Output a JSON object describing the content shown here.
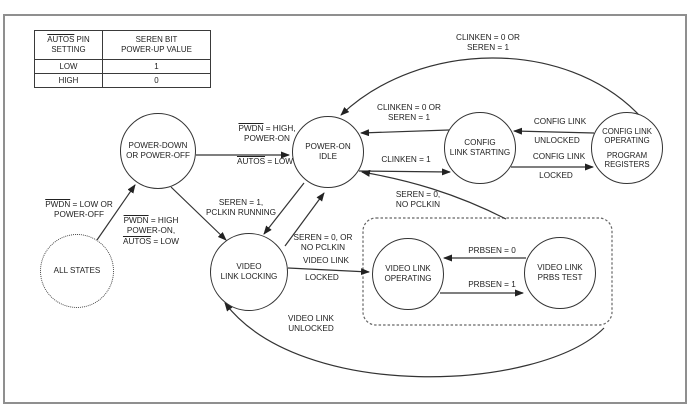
{
  "table": {
    "col1_header_ov": "AUTOS",
    "col1_header_rest": " PIN",
    "col1_header_line2": "SETTING",
    "col2_header_line1": "SEREN BIT",
    "col2_header_line2": "POWER-UP VALUE",
    "rows": [
      {
        "setting": "LOW",
        "value": "1"
      },
      {
        "setting": "HIGH",
        "value": "0"
      }
    ]
  },
  "states": {
    "power_down": {
      "line1": "POWER-DOWN",
      "line2": "OR POWER-OFF"
    },
    "idle": {
      "line1": "POWER-ON",
      "line2": "IDLE"
    },
    "config_starting": {
      "line1": "CONFIG",
      "line2": "LINK STARTING"
    },
    "config_operating": {
      "line1": "CONFIG LINK",
      "line2": "OPERATING",
      "line3": "PROGRAM",
      "line4": "REGISTERS"
    },
    "video_locking": {
      "line1": "VIDEO",
      "line2": "LINK LOCKING"
    },
    "all_states": {
      "line1": "ALL STATES"
    },
    "video_operating": {
      "line1": "VIDEO LINK",
      "line2": "OPERATING"
    },
    "prbs_test": {
      "line1": "VIDEO LINK",
      "line2": "PRBS TEST"
    }
  },
  "transitions": {
    "top_arc": {
      "line1": "CLINKEN = 0 OR",
      "line2": "SEREN = 1"
    },
    "cs_to_idle": {
      "line1": "CLINKEN = 0 OR",
      "line2": "SEREN = 1"
    },
    "idle_to_cs": {
      "label": "CLINKEN = 1"
    },
    "unlocked": {
      "line1": "CONFIG LINK",
      "line2": "UNLOCKED"
    },
    "locked": {
      "line1": "CONFIG LINK",
      "line2": "LOCKED"
    },
    "pd_to_idle": {
      "l1_ov": "PWDN",
      "l1": " = HIGH,",
      "l2": "POWER-ON",
      "l3_ov": "AUTOS",
      "l3": " = LOW"
    },
    "pd_to_vl": {
      "l1_ov": "PWDN",
      "l1": " = HIGH",
      "l2": "POWER-ON,",
      "l3_ov": "AUTOS",
      "l3": " = LOW"
    },
    "idle_to_vl": {
      "line1": "SEREN = 1,",
      "line2": "PCLKIN RUNNING"
    },
    "vl_to_idle": {
      "line1": "SEREN = 0, OR",
      "line2": "NO PCLKIN"
    },
    "box_to_idle": {
      "line1": "SEREN = 0,",
      "line2": "NO PCLKIN"
    },
    "vl_locked": {
      "line1": "VIDEO LINK",
      "line2": "LOCKED"
    },
    "prbs_off": {
      "label": "PRBSEN = 0"
    },
    "prbs_on": {
      "label": "PRBSEN = 1"
    },
    "vl_unlocked": {
      "line1": "VIDEO LINK",
      "line2": "UNLOCKED"
    },
    "all_to_pd": {
      "l1_ov": "PWDN",
      "l1": " = LOW OR",
      "l2": "POWER-OFF"
    }
  }
}
